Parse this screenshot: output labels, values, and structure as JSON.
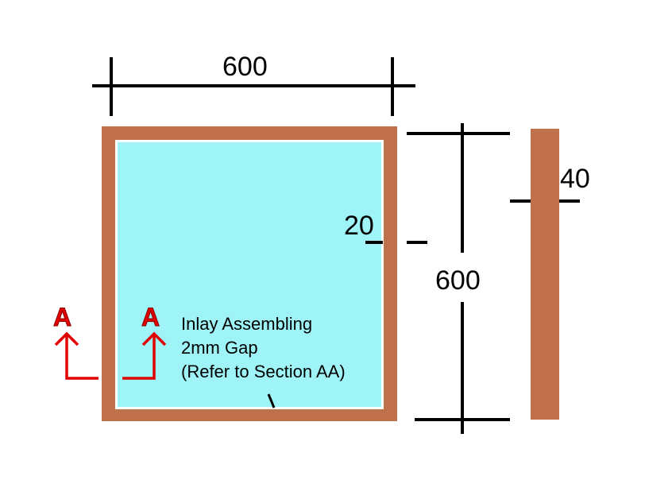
{
  "dimensions": {
    "width": "600",
    "height": "600",
    "gap": "20",
    "thickness": "40"
  },
  "section_marker": {
    "left_label": "A",
    "right_label": "A"
  },
  "note": {
    "line1": "Inlay Assembling",
    "line2": "2mm Gap",
    "line3": "(Refer to Section AA)"
  },
  "colors": {
    "frame": "#c0704a",
    "panel": "#9ef4f7",
    "section_marker": "#e00000",
    "dimension_line": "#000000"
  }
}
